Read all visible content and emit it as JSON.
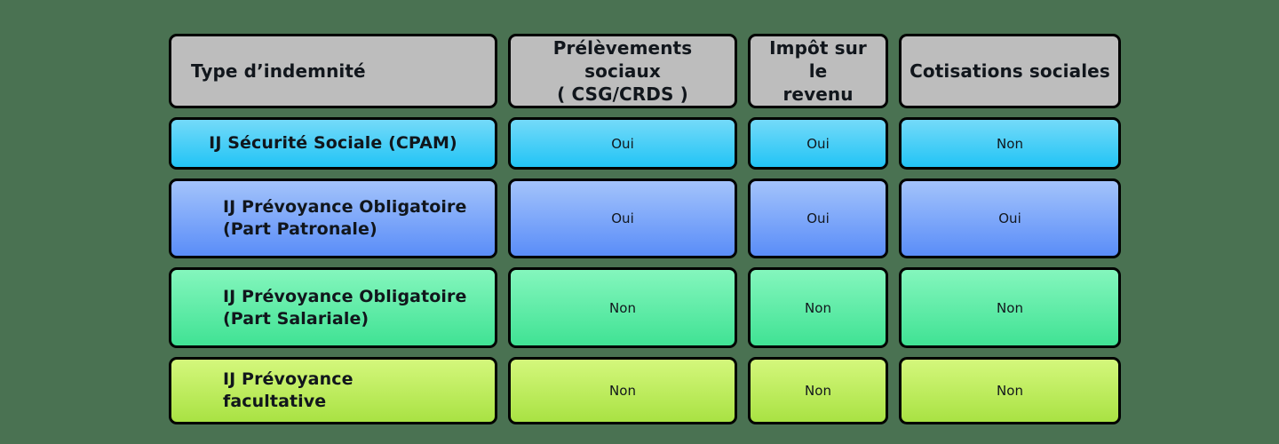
{
  "background_color": "#4a7252",
  "table": {
    "columns": [
      {
        "key": "type",
        "header": "Type d’indemnité"
      },
      {
        "key": "prelevements",
        "header": "Prélèvements sociaux\n( CSG/CRDS )"
      },
      {
        "key": "impot",
        "header": "Impôt sur le\nrevenu"
      },
      {
        "key": "cotisations",
        "header": "Cotisations sociales"
      }
    ],
    "header_color": "#bdbdbd",
    "rows": [
      {
        "label": "IJ Sécurité Sociale (CPAM)",
        "align": "center",
        "color_from": "#74daf9",
        "color_to": "#22c4f5",
        "values": [
          "Oui",
          "Oui",
          "Non"
        ]
      },
      {
        "label": "IJ Prévoyance Obligatoire\n(Part Patronale)",
        "align": "left",
        "color_from": "#a3c3fb",
        "color_to": "#5a8df8",
        "values": [
          "Oui",
          "Oui",
          "Oui"
        ]
      },
      {
        "label": "IJ Prévoyance Obligatoire\n(Part Salariale)",
        "align": "left",
        "color_from": "#84f6bd",
        "color_to": "#40e294",
        "values": [
          "Non",
          "Non",
          "Non"
        ]
      },
      {
        "label": "IJ Prévoyance\nfacultative",
        "align": "left",
        "color_from": "#d4f77c",
        "color_to": "#a9e243",
        "values": [
          "Non",
          "Non",
          "Non"
        ]
      }
    ]
  }
}
